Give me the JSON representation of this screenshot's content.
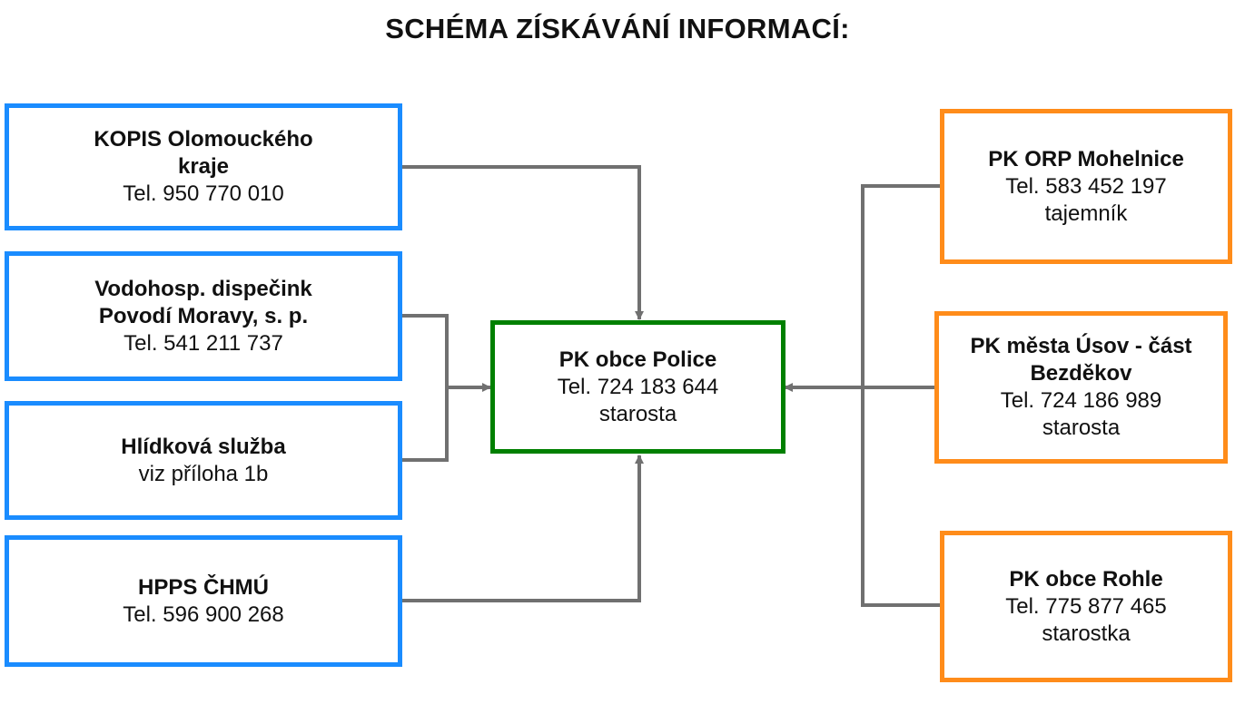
{
  "title": "SCHÉMA ZÍSKÁVÁNÍ INFORMACÍ:",
  "center": {
    "name": "PK obce Police",
    "phone": "Tel. 724 183 644",
    "role": "starosta"
  },
  "left": [
    {
      "name_line1": "KOPIS Olomouckého",
      "name_line2": "kraje",
      "phone": "Tel. 950 770 010"
    },
    {
      "name_line1": "Vodohosp. dispečink",
      "name_line2": "Povodí Moravy, s. p.",
      "phone": "Tel. 541 211 737"
    },
    {
      "name": "Hlídková služba",
      "detail": "viz příloha 1b"
    },
    {
      "name": "HPPS ČHMÚ",
      "phone": "Tel. 596 900 268"
    }
  ],
  "right": [
    {
      "name": "PK ORP Mohelnice",
      "phone": "Tel. 583 452 197",
      "role": "tajemník"
    },
    {
      "name_line1": "PK města Úsov - část",
      "name_line2": "Bezděkov",
      "phone": "Tel. 724 186 989",
      "role": "starosta"
    },
    {
      "name": "PK obce Rohle",
      "phone": "Tel. 775 877 465",
      "role": "starostka"
    }
  ],
  "colors": {
    "source_border": "#1a8cff",
    "partner_border": "#ff8c1a",
    "center_border": "#008000",
    "connector": "#707070"
  }
}
